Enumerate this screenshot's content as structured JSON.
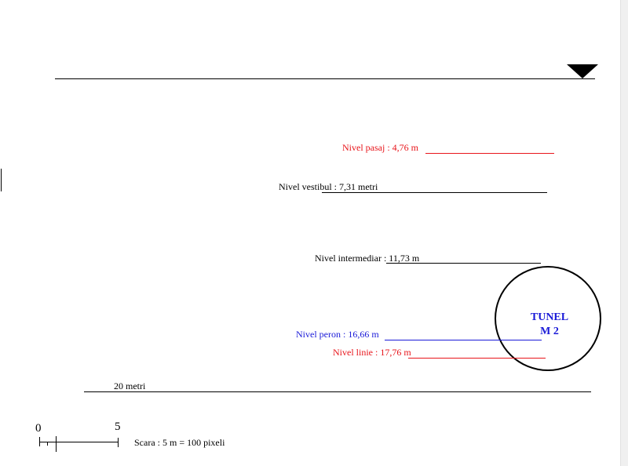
{
  "levels": {
    "pasaj": "Nivel  pasaj  :  4,76 m",
    "vestibul": "Nivel vestibul : 7,31 metri",
    "intermediar": "Nivel intermediar : 11,73 m",
    "peron": "Nivel  peron : 16,66 m",
    "linie": "Nivel linie : 17,76 m"
  },
  "tunnel": {
    "line1": "TUNEL",
    "line2": "M 2"
  },
  "depth_label": "20 metri",
  "scale": {
    "zero": "0",
    "five": "5",
    "caption": "Scara : 5 m = 100 pixeli"
  },
  "colors": {
    "red": "#e8151b",
    "blue": "#1a1ad8",
    "black": "#000000"
  }
}
